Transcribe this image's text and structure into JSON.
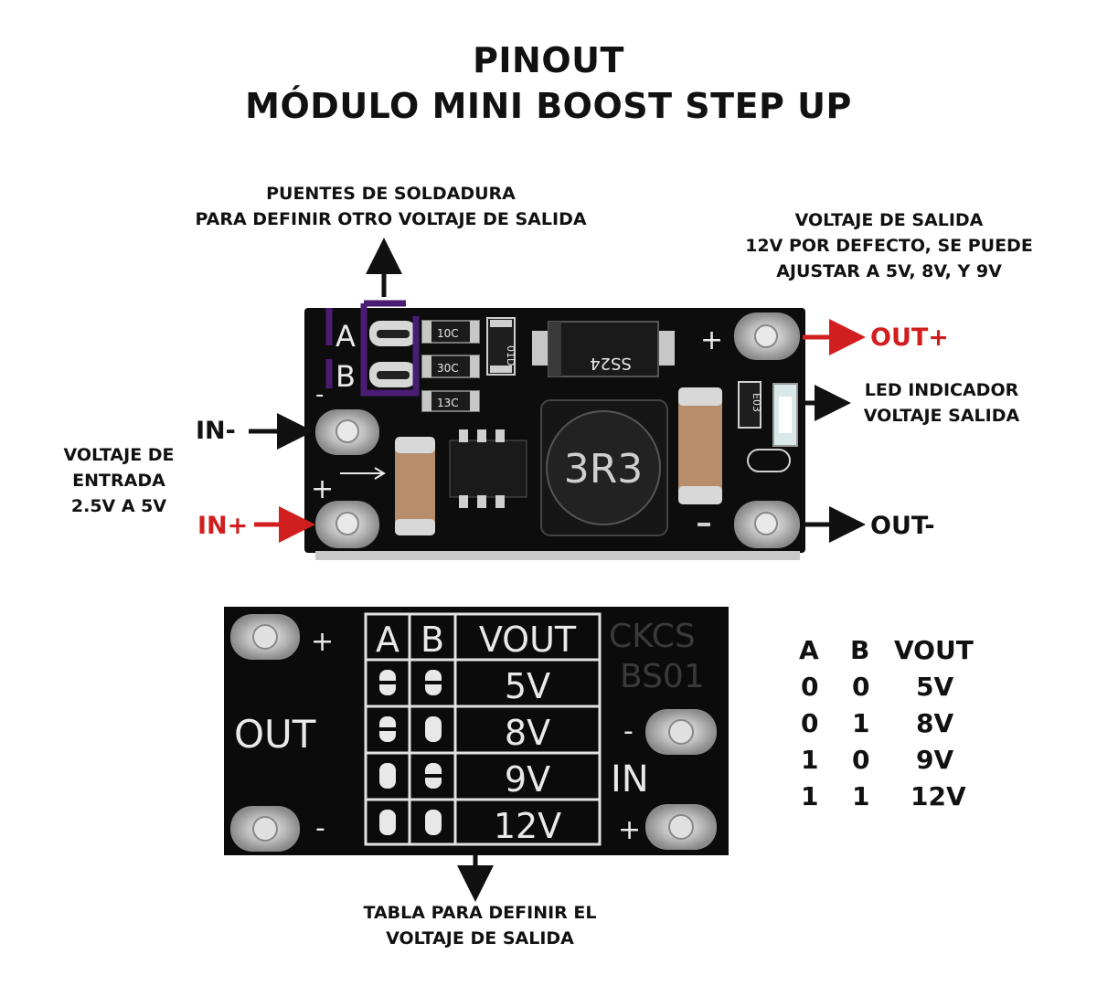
{
  "title": {
    "line1": "PINOUT",
    "line2": "MÓDULO MINI BOOST STEP UP"
  },
  "callouts": {
    "solder_bridges": {
      "line1": "PUENTES DE SOLDADURA",
      "line2": "PARA DEFINIR OTRO VOLTAJE DE SALIDA"
    },
    "output_voltage": {
      "line1": "VOLTAJE DE SALIDA",
      "line2": "12V POR DEFECTO, SE PUEDE",
      "line3": "AJUSTAR A 5V, 8V, Y 9V"
    },
    "led": {
      "line1": "LED INDICADOR",
      "line2": "VOLTAJE SALIDA"
    },
    "input_voltage": {
      "line1": "VOLTAJE DE",
      "line2": "ENTRADA",
      "line3": "2.5V A 5V"
    },
    "table_note": {
      "line1": "TABLA PARA DEFINIR EL",
      "line2": "VOLTAJE DE SALIDA"
    }
  },
  "pins": {
    "in_minus": "IN-",
    "in_plus": "IN+",
    "out_plus": "OUT+",
    "out_minus": "OUT-"
  },
  "board_top": {
    "pad_a": "A",
    "pad_b": "B",
    "plus": "+",
    "minus": "-",
    "r1": "10C",
    "r2": "30C",
    "r3": "13C",
    "diode": "SS24",
    "inductor": "3R3",
    "smd_small": "01D",
    "led_code": "E03",
    "colors": {
      "accent_purple": "#4b1c74",
      "arrow_red": "#d11f1f",
      "pcb": "#0d0d0d"
    }
  },
  "board_bottom": {
    "headers": [
      "A",
      "B",
      "VOUT"
    ],
    "rows": [
      "5V",
      "8V",
      "9V",
      "12V"
    ],
    "out_label": "OUT",
    "in_label": "IN",
    "plus": "+",
    "minus": "-",
    "brand1": "CKCS",
    "brand2": "BS01"
  },
  "truth_table": {
    "headers": [
      "A",
      "B",
      "VOUT"
    ],
    "rows": [
      [
        "0",
        "0",
        "5V"
      ],
      [
        "0",
        "1",
        "8V"
      ],
      [
        "1",
        "0",
        "9V"
      ],
      [
        "1",
        "1",
        "12V"
      ]
    ]
  }
}
